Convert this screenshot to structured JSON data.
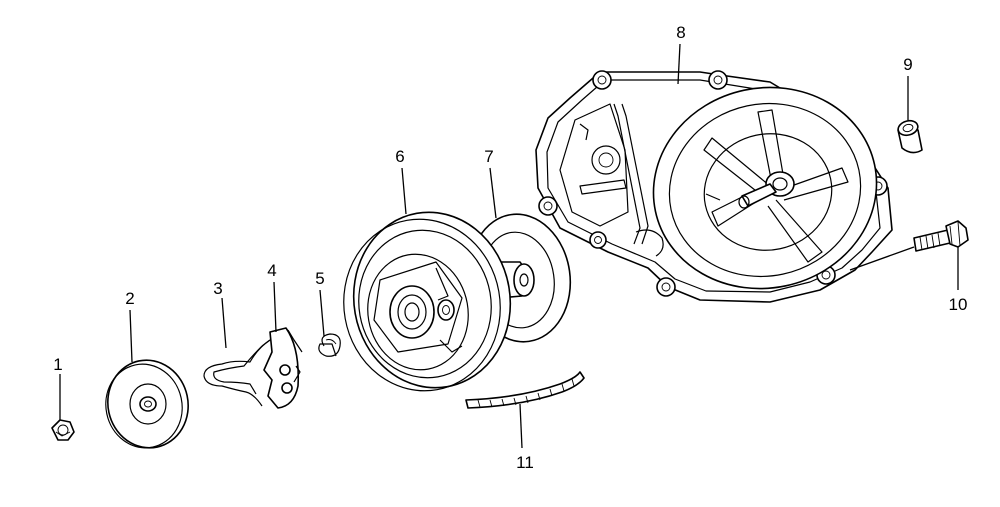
{
  "callouts": [
    {
      "number": "1"
    },
    {
      "number": "2"
    },
    {
      "number": "3"
    },
    {
      "number": "4"
    },
    {
      "number": "5"
    },
    {
      "number": "6"
    },
    {
      "number": "7"
    },
    {
      "number": "8"
    },
    {
      "number": "9"
    },
    {
      "number": "10"
    },
    {
      "number": "11"
    }
  ]
}
